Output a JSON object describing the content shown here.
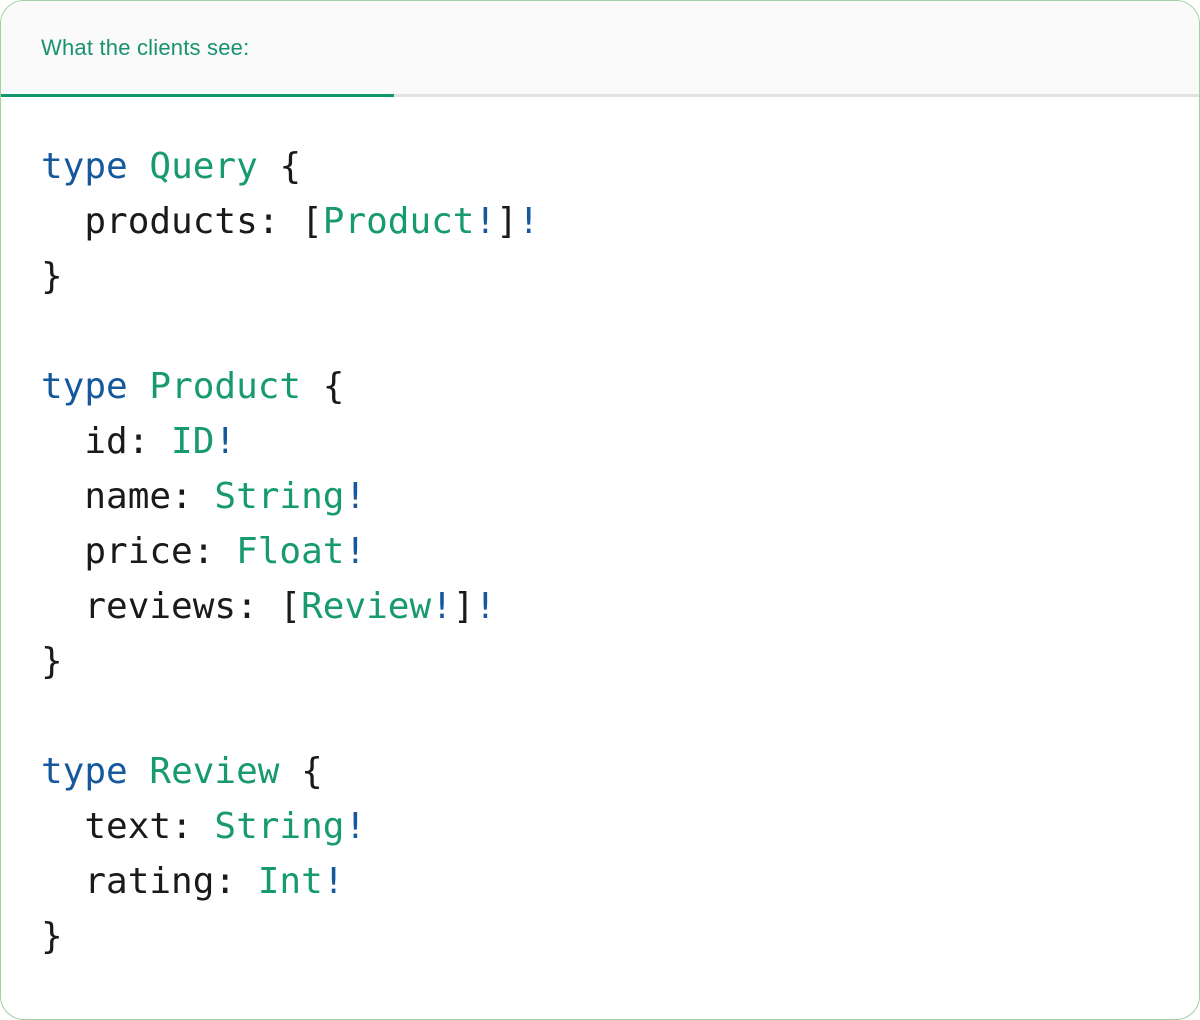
{
  "colors": {
    "accent_teal": "#12966B",
    "header_teal": "#17926E",
    "code_teal": "#179A6F",
    "code_blue": "#15589C",
    "code_dark": "#1A1A1A",
    "tabbar_bg": "#FAFAFA",
    "card_border": "#A2D0A2",
    "divider_gray": "#E2E2E2"
  },
  "tab": {
    "label": "What the clients see:"
  },
  "code": {
    "language": "graphql",
    "plain_text": "type Query {\n  products: [Product!]!\n}\n\ntype Product {\n  id: ID!\n  name: String!\n  price: Float!\n  reviews: [Review!]!\n}\n\ntype Review {\n  text: String!\n  rating: Int!\n}",
    "lines": [
      {
        "tokens": [
          {
            "t": "type",
            "c": "keyword"
          },
          {
            "t": " ",
            "c": "plain"
          },
          {
            "t": "Query",
            "c": "typename"
          },
          {
            "t": " {",
            "c": "plain"
          }
        ]
      },
      {
        "tokens": [
          {
            "t": "  products: [",
            "c": "plain"
          },
          {
            "t": "Product",
            "c": "typename"
          },
          {
            "t": "!",
            "c": "bang"
          },
          {
            "t": "]",
            "c": "plain"
          },
          {
            "t": "!",
            "c": "bang"
          }
        ]
      },
      {
        "tokens": [
          {
            "t": "}",
            "c": "plain"
          }
        ]
      },
      {
        "tokens": []
      },
      {
        "tokens": [
          {
            "t": "type",
            "c": "keyword"
          },
          {
            "t": " ",
            "c": "plain"
          },
          {
            "t": "Product",
            "c": "typename"
          },
          {
            "t": " {",
            "c": "plain"
          }
        ]
      },
      {
        "tokens": [
          {
            "t": "  id: ",
            "c": "plain"
          },
          {
            "t": "ID",
            "c": "typename"
          },
          {
            "t": "!",
            "c": "bang"
          }
        ]
      },
      {
        "tokens": [
          {
            "t": "  name: ",
            "c": "plain"
          },
          {
            "t": "String",
            "c": "typename"
          },
          {
            "t": "!",
            "c": "bang"
          }
        ]
      },
      {
        "tokens": [
          {
            "t": "  price: ",
            "c": "plain"
          },
          {
            "t": "Float",
            "c": "typename"
          },
          {
            "t": "!",
            "c": "bang"
          }
        ]
      },
      {
        "tokens": [
          {
            "t": "  reviews: [",
            "c": "plain"
          },
          {
            "t": "Review",
            "c": "typename"
          },
          {
            "t": "!",
            "c": "bang"
          },
          {
            "t": "]",
            "c": "plain"
          },
          {
            "t": "!",
            "c": "bang"
          }
        ]
      },
      {
        "tokens": [
          {
            "t": "}",
            "c": "plain"
          }
        ]
      },
      {
        "tokens": []
      },
      {
        "tokens": [
          {
            "t": "type",
            "c": "keyword"
          },
          {
            "t": " ",
            "c": "plain"
          },
          {
            "t": "Review",
            "c": "typename"
          },
          {
            "t": " {",
            "c": "plain"
          }
        ]
      },
      {
        "tokens": [
          {
            "t": "  text: ",
            "c": "plain"
          },
          {
            "t": "String",
            "c": "typename"
          },
          {
            "t": "!",
            "c": "bang"
          }
        ]
      },
      {
        "tokens": [
          {
            "t": "  rating: ",
            "c": "plain"
          },
          {
            "t": "Int",
            "c": "typename"
          },
          {
            "t": "!",
            "c": "bang"
          }
        ]
      },
      {
        "tokens": [
          {
            "t": "}",
            "c": "plain"
          }
        ]
      }
    ]
  }
}
